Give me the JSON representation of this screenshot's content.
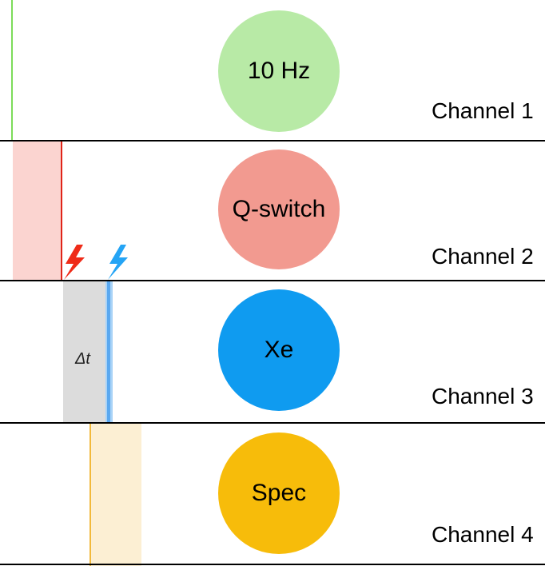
{
  "channels": [
    {
      "name": "10 Hz",
      "label": "Channel 1",
      "color": "#b8eaa6"
    },
    {
      "name": "Q-switch",
      "label": "Channel 2",
      "color": "#f29a90"
    },
    {
      "name": "Xe",
      "label": "Channel 3",
      "color": "#0f9bf0"
    },
    {
      "name": "Spec",
      "label": "Channel 4",
      "color": "#f7bc0a"
    }
  ],
  "delay_label": "Δt",
  "colors": {
    "green_line": "#7ddc5a",
    "red_line": "#e02418",
    "red_fill": "#fbd4d0",
    "gray_fill": "#dcdcdc",
    "blue_line": "#5aa8f0",
    "blue_fill": "#a9d3f7",
    "orange_line": "#f2b93a",
    "orange_fill": "#fcefd3",
    "red_bolt": "#ef2b18",
    "blue_bolt": "#24a4f5"
  },
  "icons": [
    "lightning-bolt-icon",
    "lightning-bolt-icon"
  ]
}
